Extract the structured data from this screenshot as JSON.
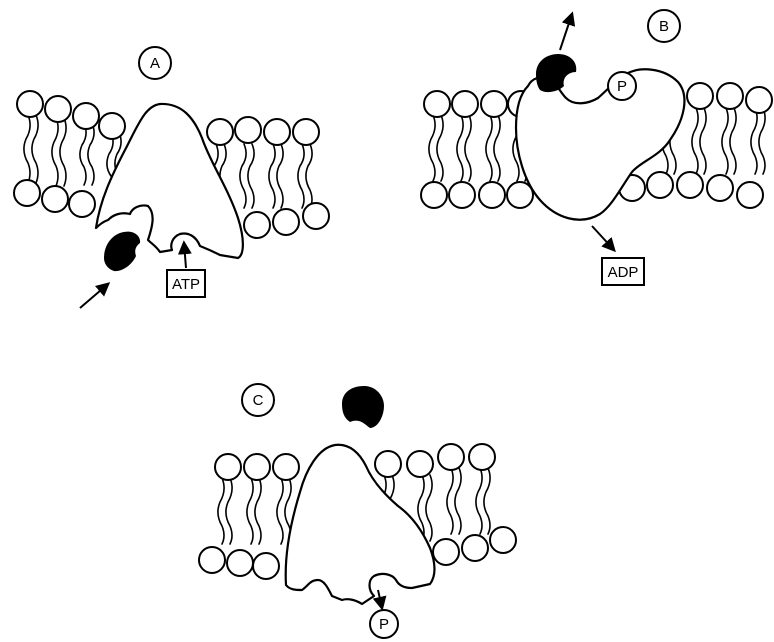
{
  "panels": [
    {
      "id": "A",
      "label": "A",
      "tag": "ATP"
    },
    {
      "id": "B",
      "label": "B",
      "phosphate": "P",
      "tag": "ADP"
    },
    {
      "id": "C",
      "label": "C",
      "phosphate": "P"
    }
  ]
}
